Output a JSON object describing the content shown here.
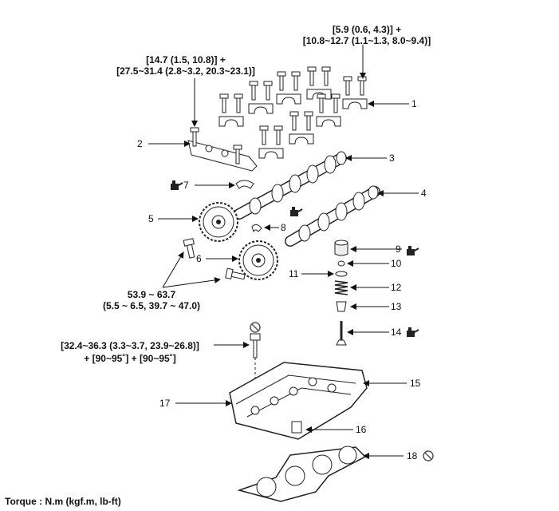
{
  "torque_specs": {
    "cap_bolts": {
      "line1": "[5.9 (0.6, 4.3)] +",
      "line2": "[10.8~12.7 (1.1~1.3, 8.0~9.4)]"
    },
    "front_cap_bolts": {
      "line1": "[14.7 (1.5, 10.8)] +",
      "line2": "[27.5~31.4 (2.8~3.2, 20.3~23.1)]"
    },
    "sprocket_bolts": {
      "line1": "53.9 ~ 63.7",
      "line2": "(5.5 ~ 6.5, 39.7 ~ 47.0)"
    },
    "head_bolt": {
      "line1": "[32.4~36.3 (3.3~3.7, 23.9~26.8)]",
      "line2": "+ [90~95˚] + [90~95˚]"
    }
  },
  "callouts": [
    "1",
    "2",
    "3",
    "4",
    "5",
    "6",
    "7",
    "8",
    "9",
    "10",
    "11",
    "12",
    "13",
    "14",
    "15",
    "16",
    "17",
    "18"
  ],
  "footer": {
    "torque_units": "Torque : N.m (kgf.m, lb-ft)"
  },
  "icons": {
    "oil": "oil-can-icon",
    "no_reuse": "do-not-reuse-icon"
  }
}
